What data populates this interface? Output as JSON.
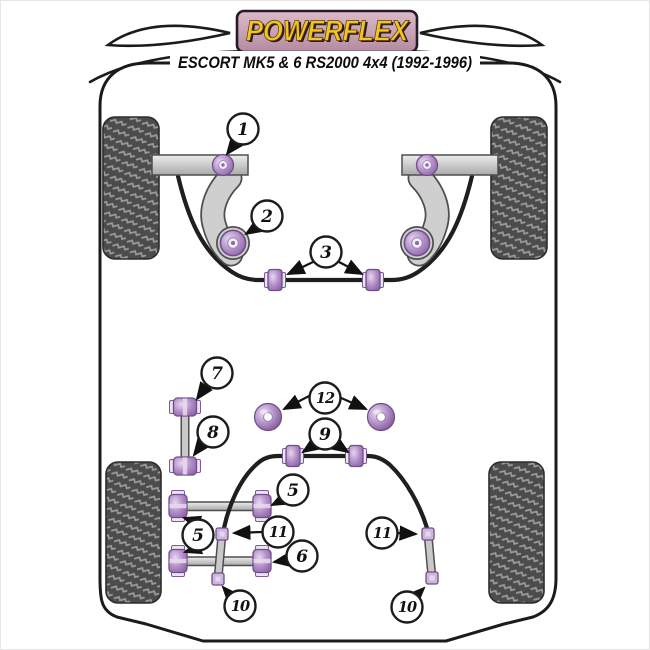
{
  "brand": {
    "logo_text": "POWERFLEX"
  },
  "header": {
    "title": "ESCORT MK5 & 6 RS2000 4x4 (1992-1996)"
  },
  "callouts": [
    {
      "label": "1"
    },
    {
      "label": "2"
    },
    {
      "label": "3"
    },
    {
      "label": "7"
    },
    {
      "label": "8"
    },
    {
      "label": "12"
    },
    {
      "label": "9"
    },
    {
      "label": "5"
    },
    {
      "label": "5"
    },
    {
      "label": "11"
    },
    {
      "label": "6"
    },
    {
      "label": "10"
    },
    {
      "label": "11"
    },
    {
      "label": "10"
    }
  ],
  "colors": {
    "bushing_purple": "#b48fc8",
    "bushing_purple_dark": "#6f4f8a",
    "logo_gold": "#f4c51f",
    "logo_panel_mauve": "#cda3b4",
    "metal_gray": "#cfcfcf",
    "tire_dark": "#4c4c4c",
    "outline_black": "#1b1b1b"
  }
}
